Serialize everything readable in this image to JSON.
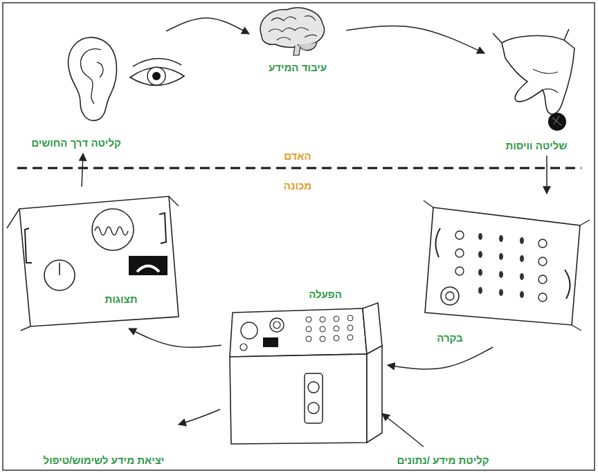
{
  "diagram": {
    "nodes": [
      {
        "text": [
          "עיבוד המידע"
        ]
      },
      {
        "text": [
          "שליטה וויסות"
        ]
      },
      {
        "text": [
          "בקרה"
        ]
      },
      {
        "text": [
          "הפעלה"
        ]
      },
      {
        "text": [
          "תצוגות"
        ]
      },
      {
        "text": [
          "קליטה דרך החושים"
        ]
      }
    ],
    "edges": [
      {
        "from": 0,
        "to": 1,
        "arrow": "to"
      },
      {
        "from": 1,
        "to": 2,
        "arrow": "to"
      },
      {
        "from": 2,
        "to": 3,
        "arrow": "to"
      },
      {
        "from": 3,
        "to": 4,
        "arrow": "to"
      },
      {
        "from": 4,
        "to": 5,
        "arrow": "to"
      },
      {
        "from": 5,
        "to": 0,
        "arrow": "to"
      }
    ],
    "labels": [
      "האדם",
      "מכונה",
      "קליטת מידע /נתונים",
      "יציאת מידע לשימוש/טיפול"
    ]
  }
}
